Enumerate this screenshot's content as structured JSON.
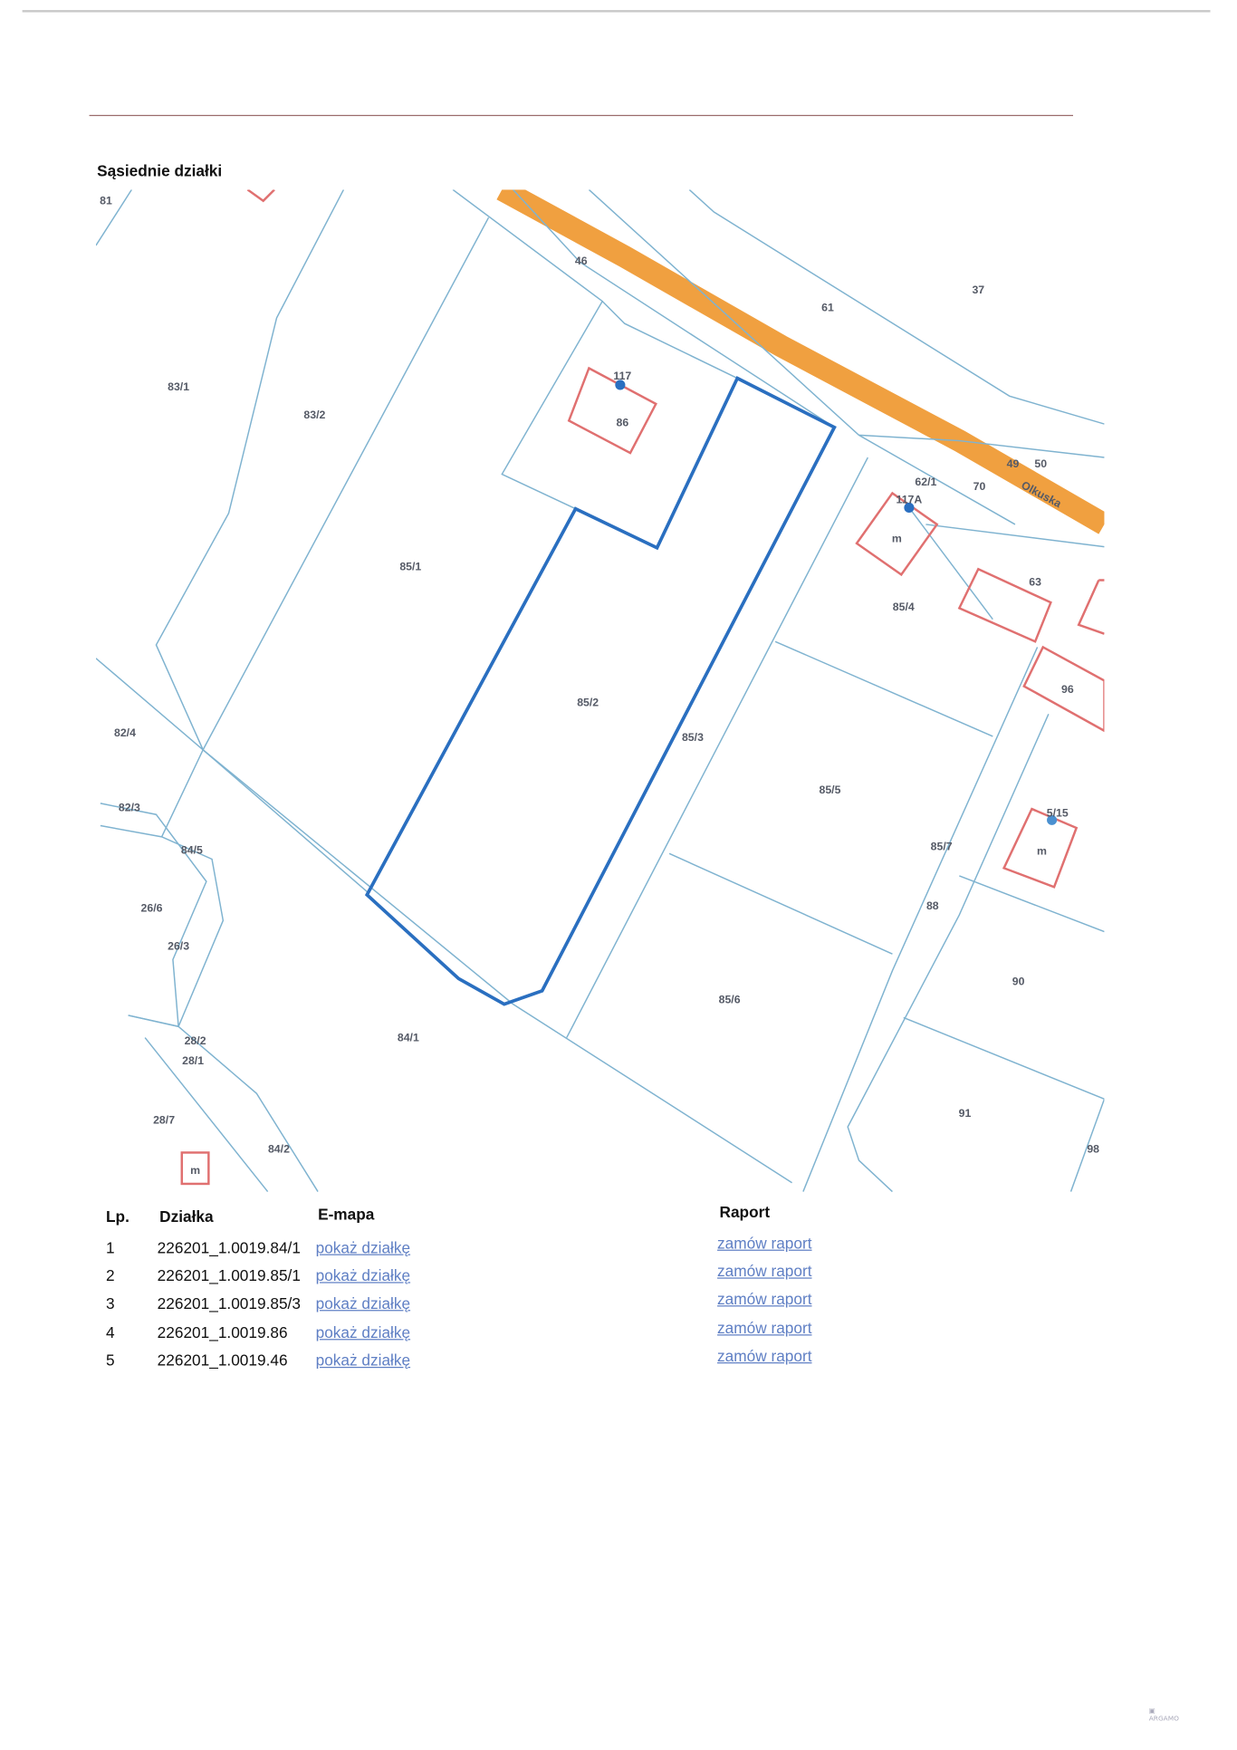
{
  "section_title": "Sąsiednie działki",
  "map": {
    "street": "Olkuska",
    "colors": {
      "parcel_lines": "#7fb3d0",
      "selected_parcel": "#2a6fc0",
      "road": "#f0a040",
      "buildings": "#e07070"
    },
    "parcel_labels": [
      "81",
      "46",
      "61",
      "37",
      "83/1",
      "83/2",
      "86",
      "49",
      "50",
      "62/1",
      "70",
      "85/1",
      "63",
      "85/4",
      "96",
      "85/2",
      "85/3",
      "82/4",
      "85/5",
      "82/3",
      "84/5",
      "85/7",
      "26/6",
      "88",
      "26/3",
      "90",
      "85/6",
      "84/1",
      "28/2",
      "28/1",
      "91",
      "28/7",
      "84/2",
      "98"
    ],
    "address_labels": [
      "117",
      "117A",
      "5/15"
    ],
    "building_label": "m"
  },
  "table": {
    "headers": {
      "lp": "Lp.",
      "parcel": "Działka",
      "emap": "E-mapa",
      "report": "Raport"
    },
    "rows": [
      {
        "lp": "1",
        "parcel": "226201_1.0019.84/1",
        "emap": "pokaż działkę",
        "report": "zamów raport"
      },
      {
        "lp": "2",
        "parcel": "226201_1.0019.85/1",
        "emap": "pokaż działkę",
        "report": "zamów raport"
      },
      {
        "lp": "3",
        "parcel": "226201_1.0019.85/3",
        "emap": "pokaż działkę",
        "report": "zamów raport"
      },
      {
        "lp": "4",
        "parcel": "226201_1.0019.86",
        "emap": "pokaż działkę",
        "report": "zamów raport"
      },
      {
        "lp": "5",
        "parcel": "226201_1.0019.46",
        "emap": "pokaż działkę",
        "report": "zamów raport"
      }
    ]
  },
  "logo": "ARGAMO"
}
